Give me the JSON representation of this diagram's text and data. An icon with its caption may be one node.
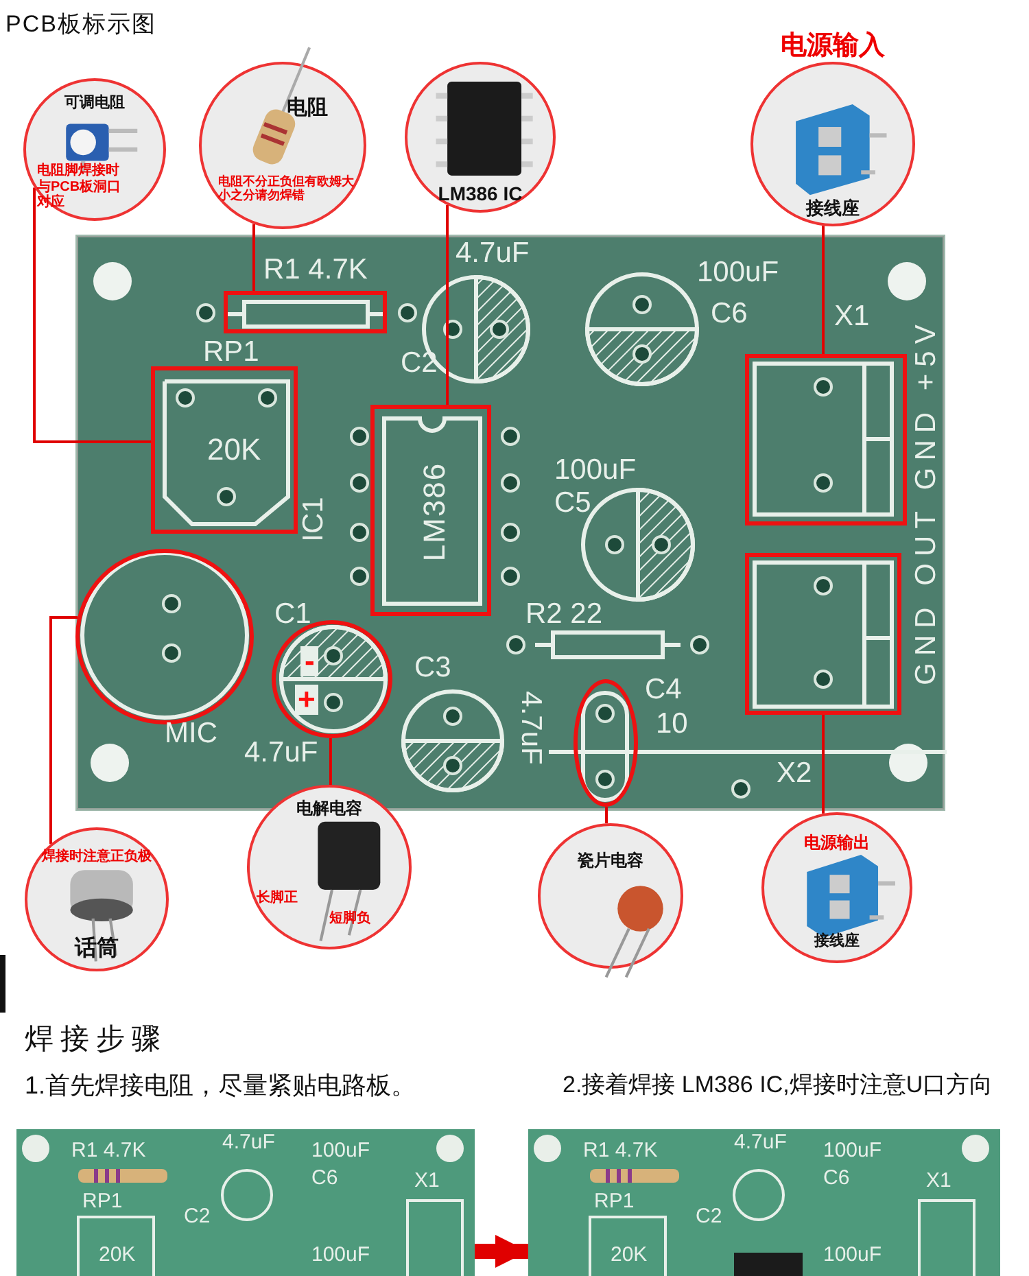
{
  "diagram": {
    "title": "PCB板标示图",
    "nodes": [
      {
        "text": [
          "可调电阻",
          "电阻脚焊接时与PCB板洞口对应"
        ]
      },
      {
        "text": [
          "电阻",
          "电阻不分正负但有欧姆大小之分请勿焊错"
        ]
      },
      {
        "text": [
          "LM386 IC"
        ]
      },
      {
        "text": [
          "电源输入",
          "接线座"
        ]
      },
      {
        "text": [],
        "shape": "box"
      },
      {
        "text": [
          "20K"
        ]
      },
      {
        "text": [
          "LM386"
        ]
      },
      {
        "text": [],
        "shape": "box"
      },
      {
        "text": [],
        "shape": "circle"
      },
      {
        "text": [
          "-",
          "+"
        ]
      },
      {
        "text": [],
        "shape": "ellipse"
      },
      {
        "text": [],
        "shape": "box"
      },
      {
        "text": [
          "焊接时注意正负极",
          "话筒"
        ]
      },
      {
        "text": [
          "电解电容",
          "长脚正",
          "短脚负"
        ]
      },
      {
        "text": [
          "瓷片电容"
        ]
      },
      {
        "text": [
          "电源输出",
          "接线座"
        ]
      },
      {
        "text": [
          "R1 4.7K",
          "4.7uF",
          "100uF",
          "C6",
          "X1",
          "RP1",
          "C2",
          "20K",
          "100uF"
        ]
      },
      {
        "text": [
          "R1 4.7K",
          "4.7uF",
          "100uF",
          "C6",
          "X1",
          "RP1",
          "C2",
          "20K",
          "100uF"
        ]
      }
    ],
    "edges": [
      {
        "from": 0,
        "to": 5,
        "arrow": "none"
      },
      {
        "from": 1,
        "to": 4,
        "arrow": "none"
      },
      {
        "from": 2,
        "to": 6,
        "arrow": "none"
      },
      {
        "from": 3,
        "to": 7,
        "arrow": "none"
      },
      {
        "from": 12,
        "to": 8,
        "arrow": "none"
      },
      {
        "from": 13,
        "to": 9,
        "arrow": "none"
      },
      {
        "from": 14,
        "to": 10,
        "arrow": "none"
      },
      {
        "from": 15,
        "to": 11,
        "arrow": "none"
      },
      {
        "from": 16,
        "to": 17,
        "arrow": "to",
        "style": "thick"
      }
    ],
    "labels": [
      "R1 4.7K",
      "4.7uF",
      "100uF",
      "C6",
      "X1",
      "RP1",
      "C2",
      "IC1",
      "100uF",
      "C5",
      "C1",
      "R2 22",
      "C3",
      "4.7uF",
      "C4",
      "10",
      "MIC",
      "4.7uF",
      "X2",
      "GND OUT GND +5V",
      "焊接步骤",
      "1.首先焊接电阻，尽量紧贴电路板。",
      "2.接着焊接 LM386 IC,焊接时注意U口方向"
    ]
  }
}
